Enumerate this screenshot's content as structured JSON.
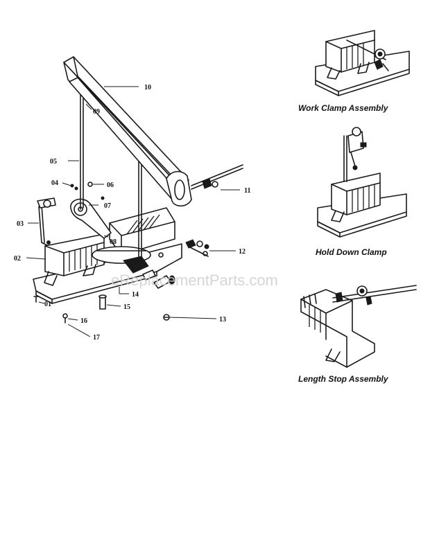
{
  "callouts": {
    "c01": "01",
    "c02": "02",
    "c03": "03",
    "c04": "04",
    "c05": "05",
    "c06": "06",
    "c07": "07",
    "c08": "08",
    "c09": "09",
    "c10": "10",
    "c11": "11",
    "c12": "12",
    "c13": "13",
    "c14": "14",
    "c15": "15",
    "c16": "16",
    "c17": "17"
  },
  "captions": {
    "work_clamp": "Work Clamp Assembly",
    "hold_down": "Hold Down Clamp",
    "length_stop": "Length Stop Assembly"
  },
  "watermark": "eReplacementParts.com"
}
